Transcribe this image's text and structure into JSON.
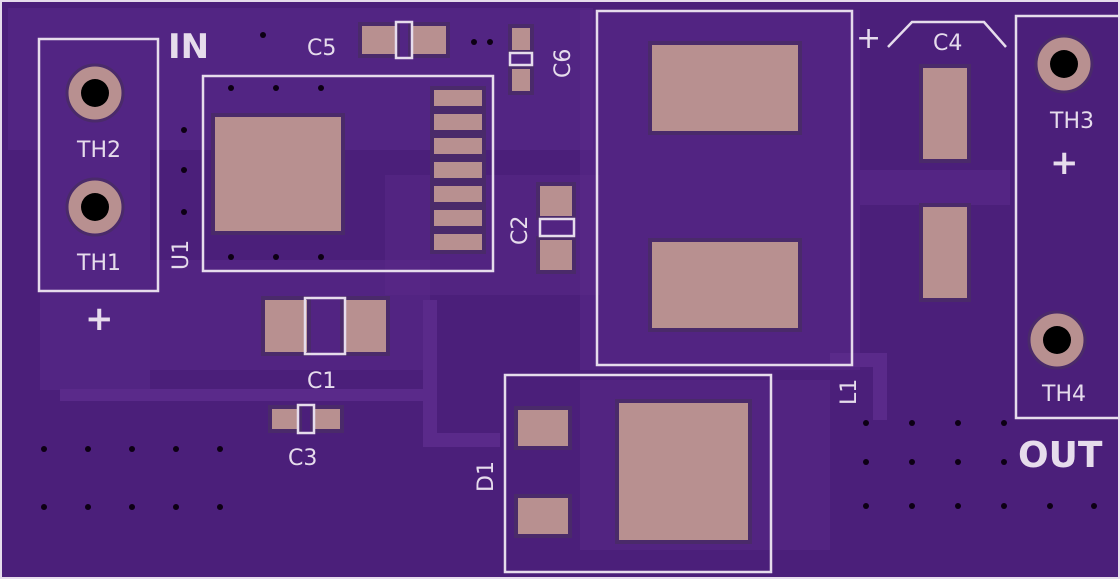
{
  "colors": {
    "board": "#4b1f7a",
    "copper": "#5a2a8a",
    "silkscreen": "#e6dcec",
    "pad": "#b89090",
    "hole": "#000000"
  },
  "labels": {
    "in": "IN",
    "out": "OUT",
    "th1": "TH1",
    "th2": "TH2",
    "th3": "TH3",
    "th4": "TH4",
    "u1": "U1",
    "c1": "C1",
    "c2": "C2",
    "c3": "C3",
    "c4": "C4",
    "c5": "C5",
    "c6": "C6",
    "l1": "L1",
    "d1": "D1",
    "plus_in": "+",
    "plus_out": "+",
    "plus_c4": "+"
  }
}
